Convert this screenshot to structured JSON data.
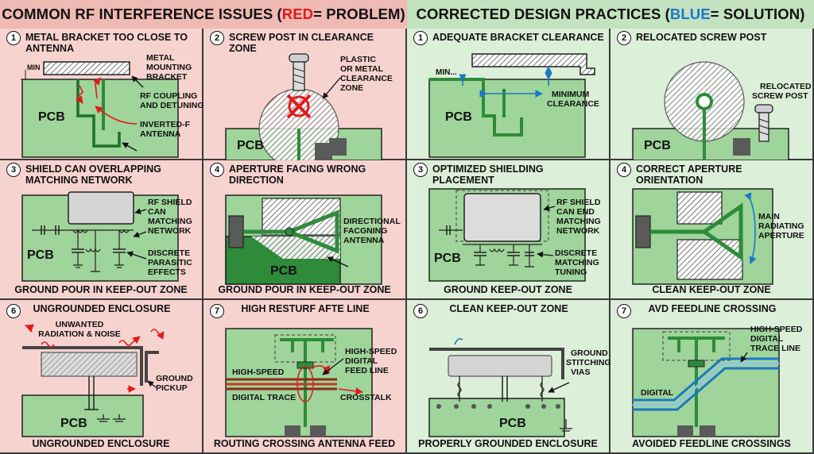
{
  "header": {
    "left": {
      "prefix": "COMMON RF INTERFERENCE ISSUES (",
      "highlight": "RED",
      "suffix": " = PROBLEM)"
    },
    "right": {
      "prefix": "CORRECTED DESIGN PRACTICES (",
      "highlight": "BLUE",
      "suffix": " = SOLUTION)"
    }
  },
  "colors": {
    "problem": "#e01b1b",
    "solution": "#1a78c8",
    "pcb": "#9fd49a",
    "trace": "#2e8b3a",
    "problem_bg": "#f3c8c4",
    "solution_bg": "#d3ead0"
  },
  "problems": [
    {
      "num": "1",
      "title": "METAL BRACKET TOO CLOSE TO ANTENNA",
      "footer": "",
      "labels": {
        "min": "MIN",
        "bracket_1": "METAL",
        "bracket_2": "MOUNTING",
        "bracket_3": "BRACKET",
        "rf_1": "RF COUPLING",
        "rf_2": "AND DETUNING",
        "ant_1": "INVERTED-F",
        "ant_2": "ANTENNA",
        "pcb": "PCB"
      }
    },
    {
      "num": "2",
      "title": "SCREW POST IN CLEARANCE ZONE",
      "footer": "",
      "labels": {
        "zone_1": "PLASTIC",
        "zone_2": "OR METAL",
        "zone_3": "CLEARANCE",
        "zone_4": "ZONE",
        "pcb": "PCB"
      }
    },
    {
      "num": "3",
      "title": "SHIELD CAN OVERLAPPING MATCHING NETWORK",
      "footer": "GROUND POUR IN KEEP-OUT ZONE",
      "labels": {
        "shield_1": "RF SHIELD",
        "shield_2": "CAN",
        "shield_3": "MATCHING",
        "shield_4": "NETWORK",
        "disc_1": "DISCRETE",
        "disc_2": "PARASITIC",
        "disc_3": "EFFECTS",
        "pcb": "PCB"
      }
    },
    {
      "num": "4",
      "title": "APERTURE FACING WRONG DIRECTION",
      "footer": "GROUND POUR IN KEEP-OUT ZONE",
      "labels": {
        "dir_1": "DIRECTIONAL",
        "dir_2": "FACGNING",
        "dir_3": "ANTENNA",
        "pcb": "PCB"
      }
    },
    {
      "num": "6",
      "title": "UNGROUNDED ENCLOSURE",
      "footer": "UNGROUNDED ENCLOSURE",
      "labels": {
        "rad_1": "UNWANTED",
        "rad_2": "RADIATION & NOISE",
        "gp_1": "GROUND",
        "gp_2": "PICKUP",
        "pcb": "PCB"
      }
    },
    {
      "num": "7",
      "title": "HIGH RESTURF AFTE LINE",
      "footer": "ROUTING CROSSING ANTENNA FEED",
      "labels": {
        "hs": "HIGH-SPEED",
        "dt": "DIGITAL TRACE",
        "feed_1": "HIGH-SPEED",
        "feed_2": "DIGITAL",
        "feed_3": "FEED LINE",
        "xt": "CROSSTALK"
      }
    }
  ],
  "solutions": [
    {
      "num": "1",
      "title": "ADEQUATE BRACKET CLEARANCE",
      "footer": "",
      "labels": {
        "min": "MIN...",
        "mc_1": "MINIMUM",
        "mc_2": "CLEARANCE",
        "pcb": "PCB"
      }
    },
    {
      "num": "2",
      "title": "RELOCATED SCREW POST",
      "footer": "",
      "labels": {
        "rel_1": "RELOCATED",
        "rel_2": "SCREW POST",
        "pcb": "PCB"
      }
    },
    {
      "num": "3",
      "title": "OPTIMIZED SHIELDING PLACEMENT",
      "footer": "GROUND KEEP-OUT ZONE",
      "labels": {
        "shield_1": "RF SHIELD",
        "shield_2": "CAN END",
        "shield_3": "MATCHING",
        "shield_4": "NETWORK",
        "disc_1": "DISCRETE",
        "disc_2": "MATCHING",
        "disc_3": "TUNING",
        "pcb": "PCB"
      }
    },
    {
      "num": "4",
      "title": "CORRECT APERTURE ORIENTATION",
      "footer": "CLEAN KEEP-OUT ZONE",
      "labels": {
        "main_1": "MAIN",
        "main_2": "RADIATING",
        "main_3": "APERTURE"
      }
    },
    {
      "num": "6",
      "title": "CLEAN KEEP-OUT ZONE",
      "footer": "PROPERLY GROUNDED ENCLOSURE",
      "labels": {
        "gs_1": "GROUND",
        "gs_2": "STITCHING",
        "gs_3": "VIAS",
        "pcb": "PCB"
      }
    },
    {
      "num": "7",
      "title": "AVD FEEDLINE CROSSING",
      "footer": "AVOIDED FEEDLINE CROSSINGS",
      "labels": {
        "hs_1": "HIGH-SPEED",
        "hs_2": "DIGITAL",
        "hs_3": "TRACE LINE",
        "dig": "DIGITAL"
      }
    }
  ]
}
